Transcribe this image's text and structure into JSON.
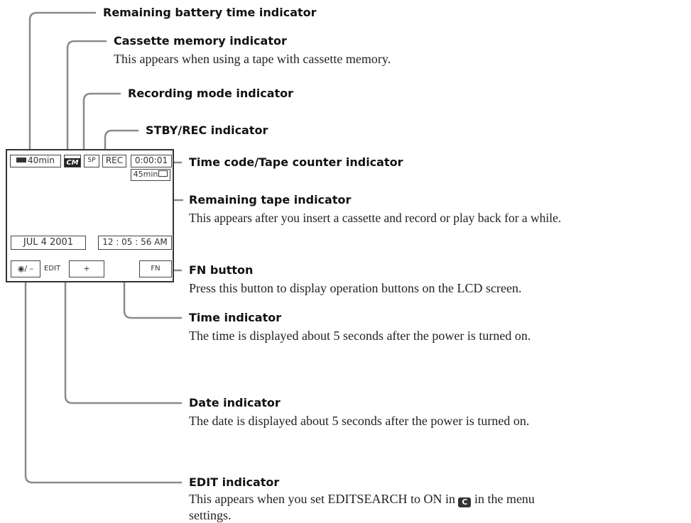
{
  "lcd": {
    "battery_time": "40min",
    "cassette_memory_mark": "CM",
    "rec_mode": "SP",
    "stby_rec": "REC",
    "time_code": "0:00:01",
    "remaining_tape": "45min",
    "date": "JUL  4  2001",
    "time": "12 : 05 : 56 AM",
    "edit_minus_button": "◉/ –",
    "edit_text": "EDIT",
    "plus_button": "+",
    "fn_button": "FN"
  },
  "callouts": {
    "battery": {
      "label": "Remaining battery time indicator"
    },
    "cassette_memory": {
      "label": "Cassette memory indicator",
      "desc": "This appears when using a tape with cassette memory."
    },
    "recording_mode": {
      "label": "Recording mode indicator"
    },
    "stby_rec": {
      "label": "STBY/REC indicator"
    },
    "time_code": {
      "label": "Time code/Tape counter indicator"
    },
    "remaining_tape": {
      "label": "Remaining tape indicator",
      "desc": "This appears after you insert a cassette and record or play back for a while."
    },
    "fn_button": {
      "label": "FN button",
      "desc": "Press this button to display operation buttons on the LCD screen."
    },
    "time": {
      "label": "Time indicator",
      "desc": "The time is displayed about 5 seconds after the power is turned on."
    },
    "date": {
      "label": "Date indicator",
      "desc": "The date is displayed about 5 seconds after the power is turned on."
    },
    "edit": {
      "label": "EDIT indicator",
      "desc_before_icon": "This appears when you set EDITSEARCH to ON in",
      "desc_after_icon": "in the menu settings.",
      "menu_icon": "camera-menu-icon"
    }
  }
}
